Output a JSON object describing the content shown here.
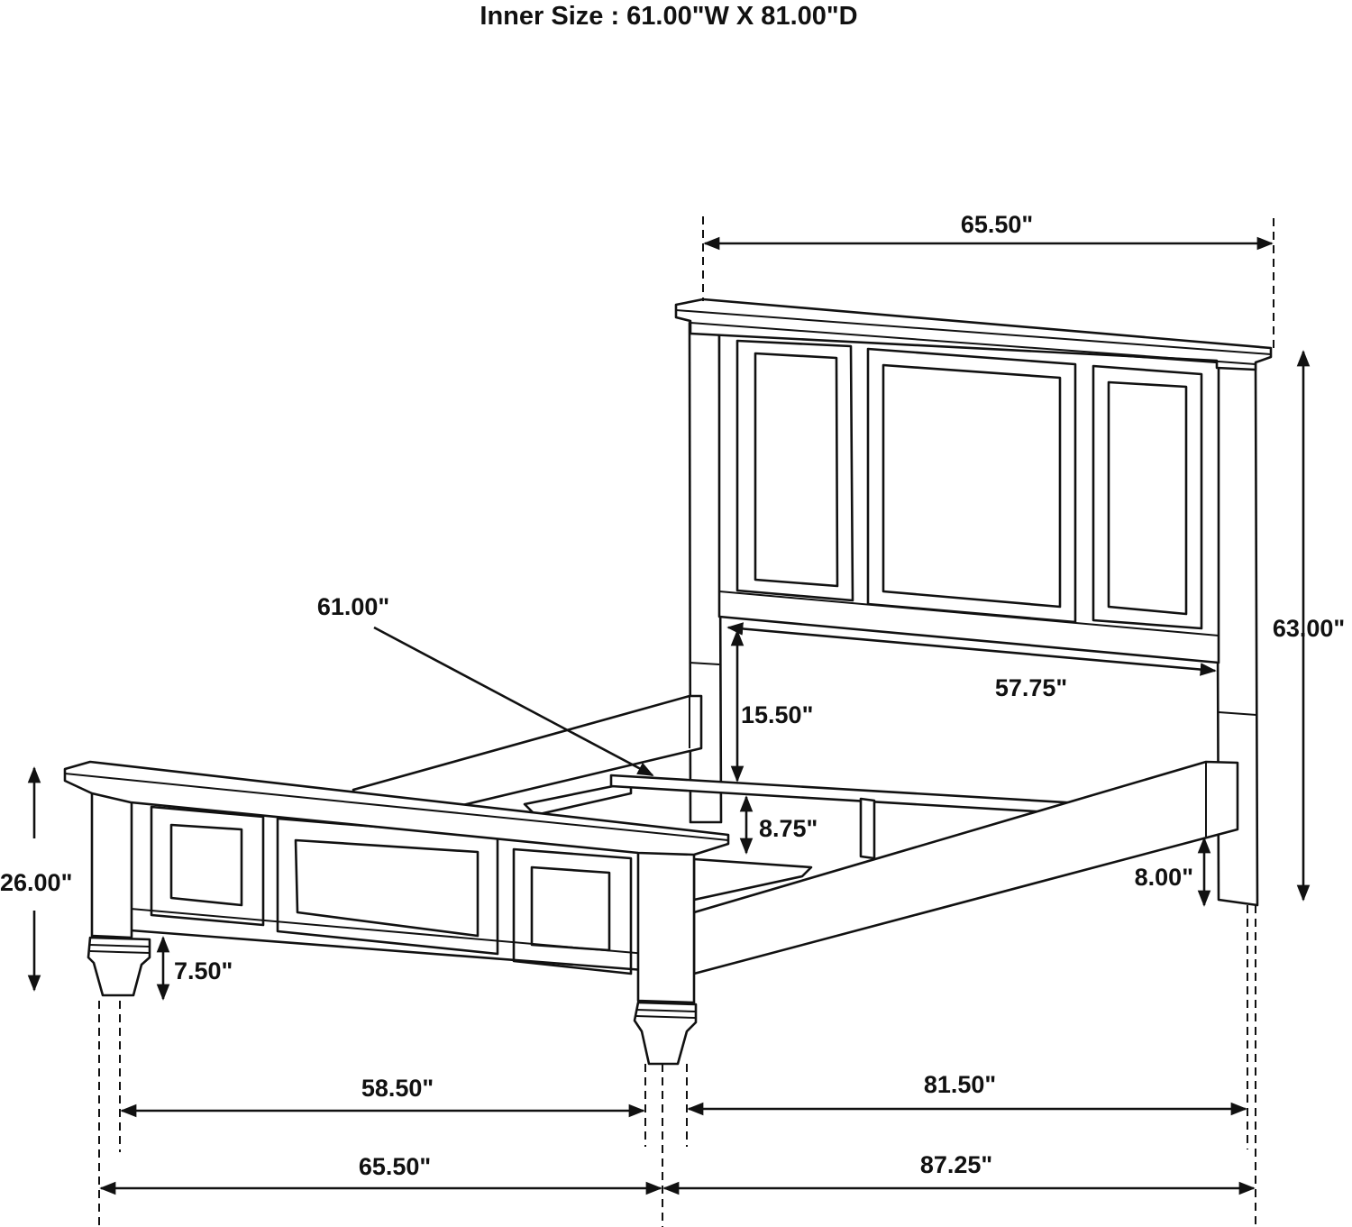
{
  "title": "Inner Size : 61.00\"W X 81.00\"D",
  "dimensions": {
    "headboard_width": "65.50\"",
    "headboard_height": "63.00\"",
    "inner_width": "61.00\"",
    "headboard_panel_width": "57.75\"",
    "headboard_clearance": "15.50\"",
    "rail_height": "8.75\"",
    "side_rail_clearance": "8.00\"",
    "footboard_height": "26.00\"",
    "foot_clearance": "7.50\"",
    "footboard_inner_width": "58.50\"",
    "footboard_width": "65.50\"",
    "rail_length": "81.50\"",
    "overall_length": "87.25\""
  }
}
